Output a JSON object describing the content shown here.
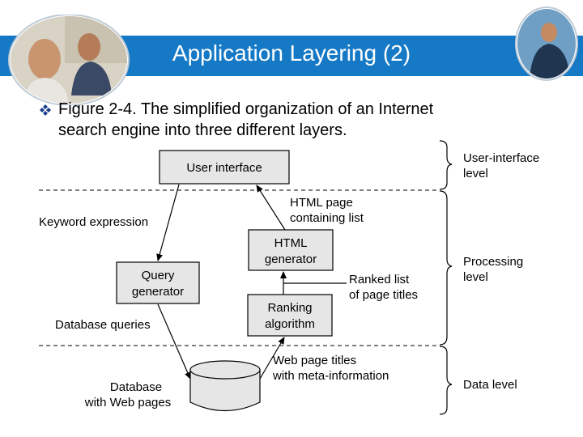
{
  "slide": {
    "title": "Application Layering (2)",
    "subtitle_line1": "Figure 2-4. The simplified organization of an Internet",
    "subtitle_line2": "search engine into three different layers."
  },
  "colors": {
    "title_bar": "#1679c6",
    "title_text": "#ffffff",
    "bullet": "#1a3c8c",
    "diagram_box_fill": "#e6e6e6",
    "diagram_line": "#000000"
  },
  "diagram": {
    "boxes": {
      "user_interface": "User interface",
      "html_generator_line1": "HTML",
      "html_generator_line2": "generator",
      "query_generator_line1": "Query",
      "query_generator_line2": "generator",
      "ranking_line1": "Ranking",
      "ranking_line2": "algorithm"
    },
    "database_line1": "Database",
    "database_line2": "with Web pages",
    "labels": {
      "html_page_line1": "HTML page",
      "html_page_line2": "containing list",
      "keyword": "Keyword expression",
      "ranked_line1": "Ranked list",
      "ranked_line2": "of page titles",
      "db_queries": "Database queries",
      "web_titles_line1": "Web page titles",
      "web_titles_line2": "with meta-information"
    },
    "levels": {
      "ui_line1": "User-interface",
      "ui_line2": "level",
      "proc_line1": "Processing",
      "proc_line2": "level",
      "data": "Data level"
    }
  }
}
